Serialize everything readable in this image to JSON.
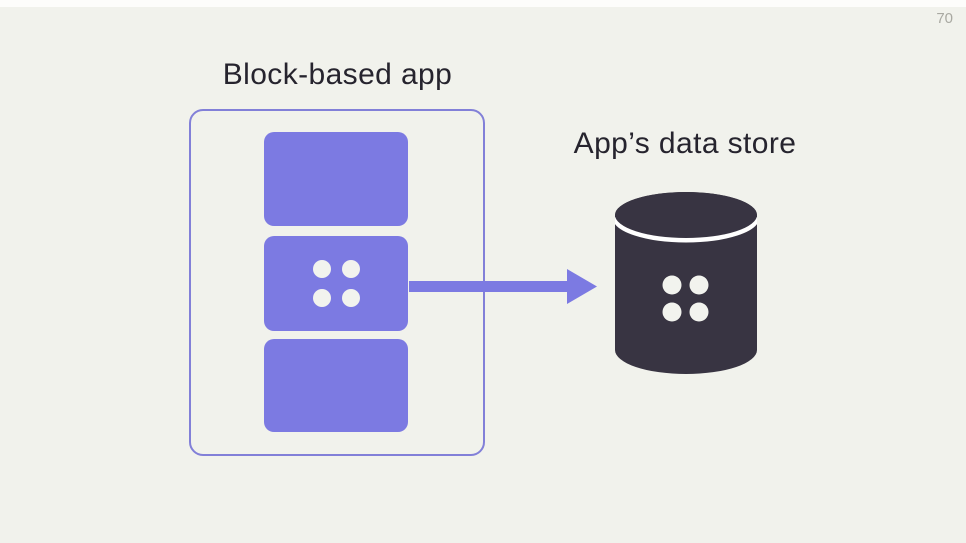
{
  "slide": {
    "page_number": "70",
    "background_color": "#f1f2ec"
  },
  "diagram": {
    "app": {
      "title": "Block-based app",
      "blocks": [
        {
          "name": "block-top",
          "has_dots": false
        },
        {
          "name": "block-middle",
          "has_dots": true
        },
        {
          "name": "block-bottom",
          "has_dots": false
        }
      ],
      "dots_per_block": 4
    },
    "arrow": {
      "direction": "right",
      "from": "block-middle",
      "to": "datastore"
    },
    "datastore": {
      "title": "App’s data store",
      "icon": "database-cylinder-icon",
      "dots": 4
    },
    "colors": {
      "block_purple": "#7c7ae2",
      "outline_purple": "#8280d8",
      "arrow_purple": "#7c7ae2",
      "cylinder_dark": "#383442",
      "dot_light": "#f2f3ee",
      "ring_white": "#ffffff",
      "text_dark": "#26242e",
      "page_number_gray": "#a9a9a2"
    }
  }
}
